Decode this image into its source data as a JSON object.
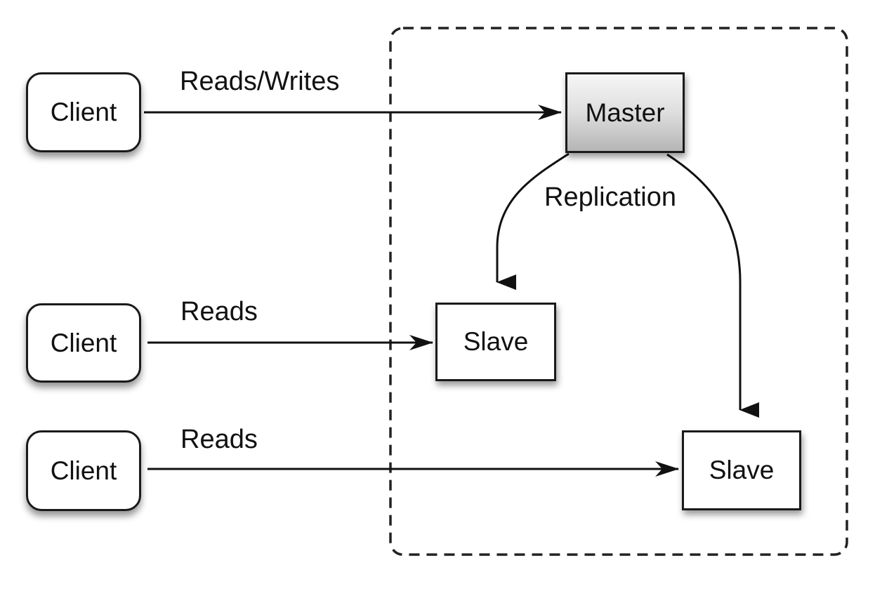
{
  "diagram": {
    "nodes": {
      "client1": {
        "label": "Client"
      },
      "client2": {
        "label": "Client"
      },
      "client3": {
        "label": "Client"
      },
      "master": {
        "label": "Master"
      },
      "slave1": {
        "label": "Slave"
      },
      "slave2": {
        "label": "Slave"
      }
    },
    "edge_labels": {
      "reads_writes": "Reads/Writes",
      "reads_top": "Reads",
      "reads_bottom": "Reads",
      "replication": "Replication"
    },
    "colors": {
      "background": "#ffffff",
      "node_border": "#1a1a1a",
      "node_fill": "#ffffff",
      "master_gradient_top": "#f6f6f6",
      "master_gradient_bottom": "#b5b5b5",
      "line": "#111111",
      "dashed_boundary": "#222222",
      "text": "#111111"
    }
  }
}
